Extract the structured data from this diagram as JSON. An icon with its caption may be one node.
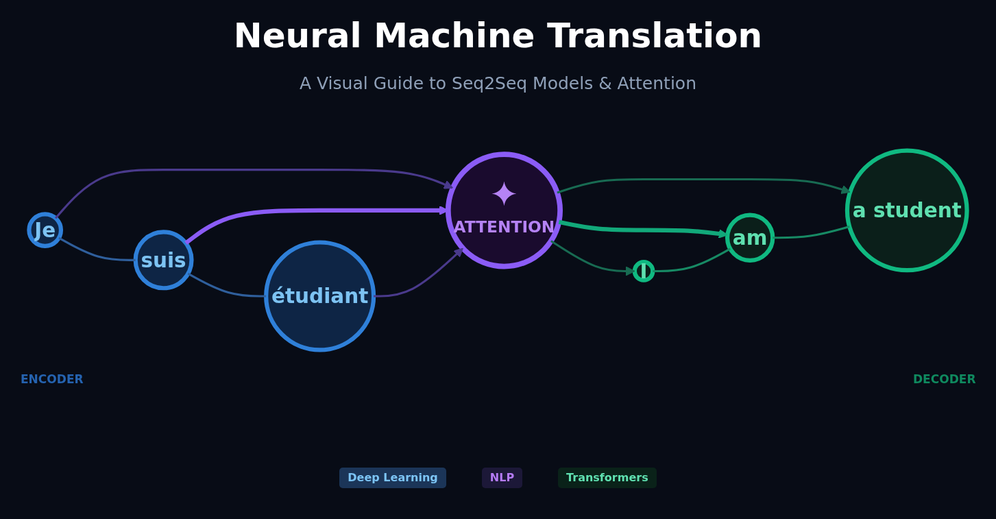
{
  "diagram": {
    "title": "Neural Machine Translation",
    "nodes": [
      {
        "text": [
          "Je"
        ]
      },
      {
        "text": [
          "suis"
        ]
      },
      {
        "text": [
          "étudiant"
        ]
      },
      {
        "text": [
          "ATTENTION"
        ]
      },
      {
        "text": [
          "I"
        ]
      },
      {
        "text": [
          "am"
        ]
      },
      {
        "text": [
          "a student"
        ]
      }
    ],
    "edges": [
      {
        "from": 0,
        "to": 1,
        "arrow": "none",
        "color": "#2f5f9c"
      },
      {
        "from": 1,
        "to": 2,
        "arrow": "none",
        "color": "#2f5f9c"
      },
      {
        "from": 0,
        "to": 3,
        "arrow": "to",
        "color": "#4a3a8c"
      },
      {
        "from": 1,
        "to": 3,
        "arrow": "to",
        "style": "thick",
        "color": "#8b5cf6"
      },
      {
        "from": 2,
        "to": 3,
        "arrow": "to",
        "color": "#4a3a8c"
      },
      {
        "from": 3,
        "to": 4,
        "arrow": "to",
        "color": "#186b52"
      },
      {
        "from": 3,
        "to": 5,
        "arrow": "to",
        "style": "thick",
        "color": "#12a97a"
      },
      {
        "from": 3,
        "to": 6,
        "arrow": "to",
        "color": "#186b52"
      },
      {
        "from": 4,
        "to": 5,
        "arrow": "none",
        "color": "#178a64"
      },
      {
        "from": 5,
        "to": 6,
        "arrow": "none",
        "color": "#178a64"
      }
    ],
    "labels": [
      "A Visual Guide to Seq2Seq Models & Attention",
      "ENCODER",
      "DECODER",
      "Deep Learning",
      "NLP",
      "Transformers"
    ]
  }
}
